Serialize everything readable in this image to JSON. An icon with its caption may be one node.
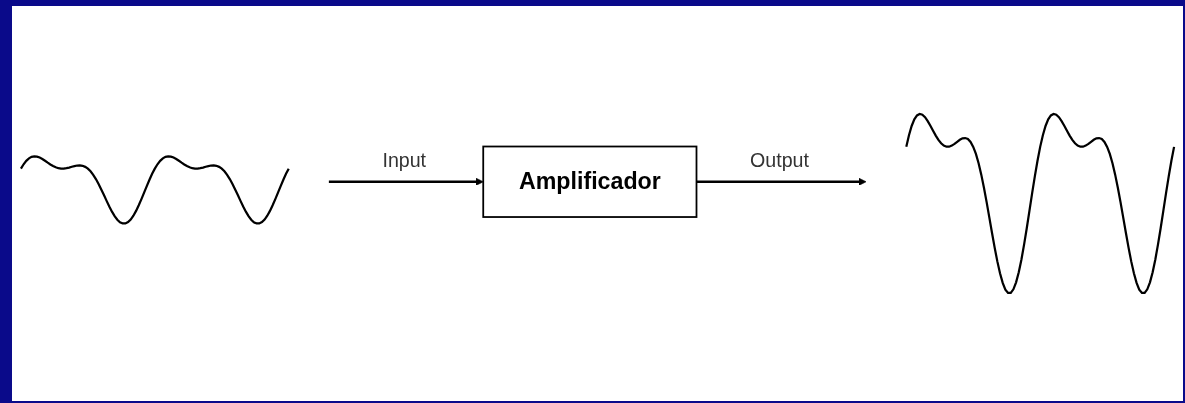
{
  "diagram": {
    "nodes": [
      {
        "text": [],
        "shape": "picture"
      },
      {
        "text": [
          "Amplificador"
        ]
      },
      {
        "text": [],
        "shape": "picture"
      }
    ],
    "edges": [
      {
        "from": 0,
        "to": 1,
        "arrow": "to",
        "label": "Input"
      },
      {
        "from": 1,
        "to": 2,
        "arrow": "to",
        "label": "Output"
      }
    ]
  }
}
